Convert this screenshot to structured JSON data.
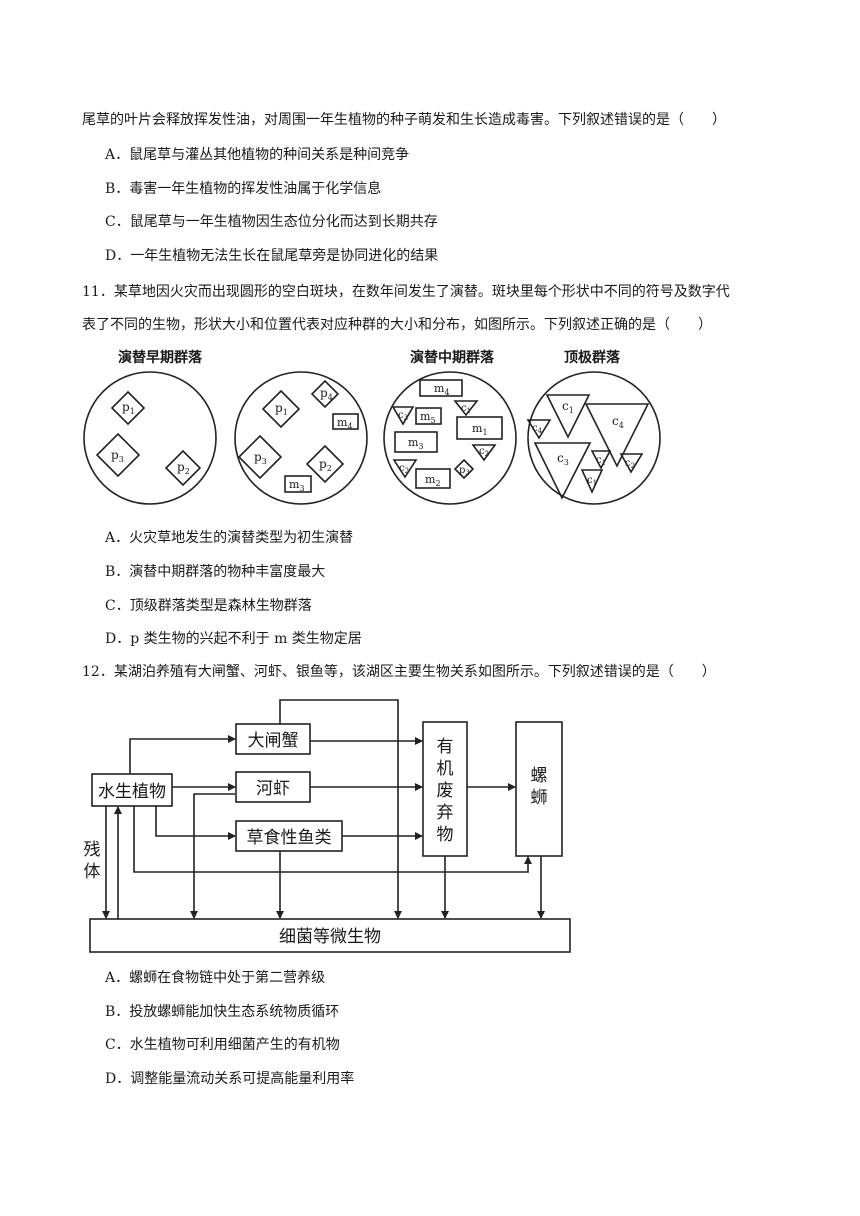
{
  "q10": {
    "stem_tail": "尾草的叶片会释放挥发性油，对周围一年生植物的种子萌发和生长造成毒害。下列叙述错误的是（　　）",
    "options": [
      "A．鼠尾草与灌丛其他植物的种间关系是种间竞争",
      "B．毒害一年生植物的挥发性油属于化学信息",
      "C．鼠尾草与一年生植物因生态位分化而达到长期共存",
      "D．一年生植物无法生长在鼠尾草旁是协同进化的结果"
    ]
  },
  "q11": {
    "stem_line1": "11．某草地因火灾而出现圆形的空白斑块，在数年间发生了演替。斑块里每个形状中不同的符号及数字代",
    "stem_line2": "表了不同的生物，形状大小和位置代表对应种群的大小和分布，如图所示。下列叙述正确的是（　　）",
    "figure": {
      "label_early": "演替早期群落",
      "label_mid": "演替中期群落",
      "label_climax": "顶极群落",
      "circle1": [
        "p1",
        "p3",
        "p2"
      ],
      "circle2": [
        "p4",
        "p1",
        "m4",
        "p3",
        "p2",
        "m3"
      ],
      "circle3": [
        "m4",
        "c3",
        "m5",
        "c1",
        "m1",
        "m3",
        "c2",
        "c2",
        "m2",
        "p3"
      ],
      "circle4": [
        "c1",
        "c4",
        "c4",
        "c3",
        "c1",
        "c2",
        "c1"
      ]
    },
    "options": [
      "A．火灾草地发生的演替类型为初生演替",
      "B．演替中期群落的物种丰富度最大",
      "C．顶级群落类型是森林生物群落",
      "D．p 类生物的兴起不利于 m 类生物定居"
    ]
  },
  "q12": {
    "stem": "12．某湖泊养殖有大闸蟹、河虾、银鱼等，该湖区主要生物关系如图所示。下列叙述错误的是（　　）",
    "figure": {
      "aquatic_plants": "水生植物",
      "crab": "大闸蟹",
      "shrimp": "河虾",
      "herbivorous_fish": "草食性鱼类",
      "organic_waste": [
        "有",
        "机",
        "废",
        "弃",
        "物"
      ],
      "snail": [
        "螺",
        "蛳"
      ],
      "residue": [
        "残",
        "体"
      ],
      "microbes": "细菌等微生物"
    },
    "options": [
      "A．螺蛳在食物链中处于第二营养级",
      "B．投放螺蛳能加快生态系统物质循环",
      "C．水生植物可利用细菌产生的有机物",
      "D．调整能量流动关系可提高能量利用率"
    ]
  }
}
